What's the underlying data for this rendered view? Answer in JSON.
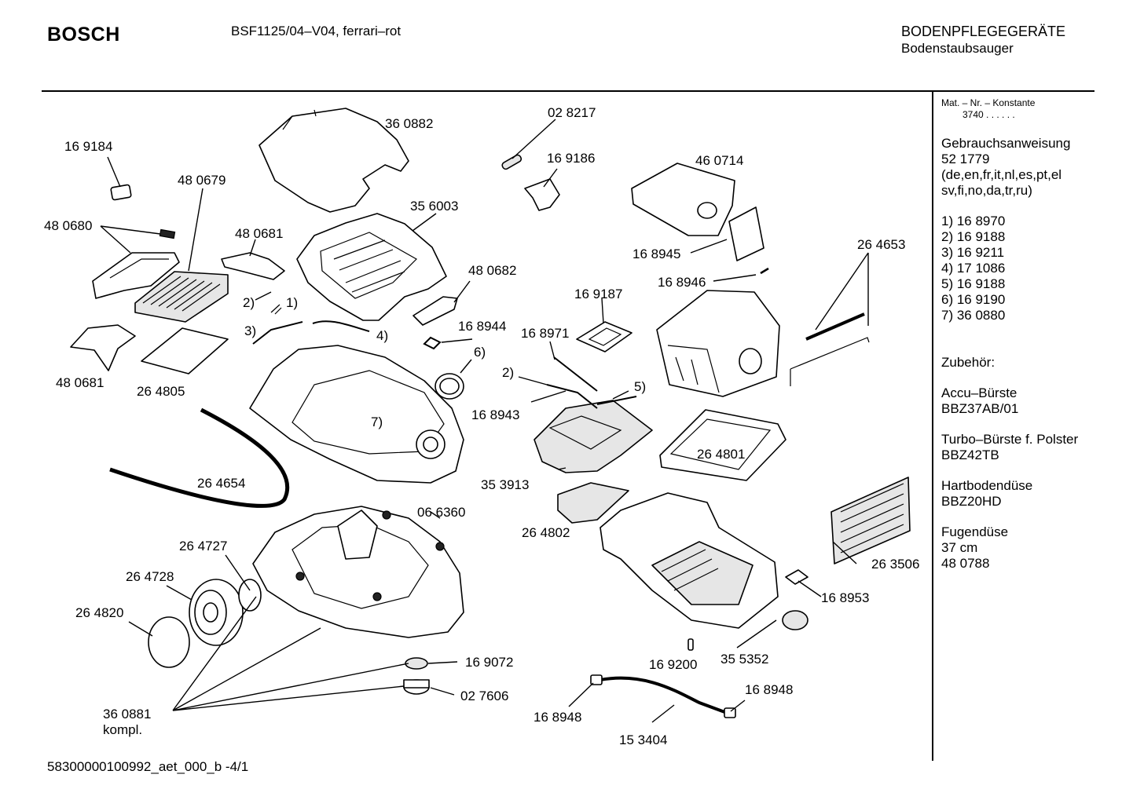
{
  "header": {
    "brand": "BOSCH",
    "model": "BSF1125/04–V04, ferrari–rot",
    "category": "BODENPFLEGEGERÄTE",
    "subcategory": "Bodenstaubsauger"
  },
  "sidebar": {
    "mat_label": "Mat. – Nr. – Konstante",
    "mat_value": "3740  .  .  .  .  .  .",
    "manual_title": "Gebrauchsanweisung",
    "manual_number": "52 1779",
    "manual_langs_1": "(de,en,fr,it,nl,es,pt,el",
    "manual_langs_2": "sv,fi,no,da,tr,ru)",
    "subparts": [
      "1)  16 8970",
      "2)  16 9188",
      "3)  16 9211",
      "4)  17 1086",
      "5)  16 9188",
      "6)  16 9190",
      "7)  36 0880"
    ],
    "accessories_title": "Zubehör:",
    "accessories": [
      {
        "name": "Accu–Bürste",
        "code": "BBZ37AB/01"
      },
      {
        "name": "Turbo–Bürste f. Polster",
        "code": "BBZ42TB"
      },
      {
        "name": "Hartbodendüse",
        "code": "BBZ20HD"
      },
      {
        "name": "Fugendüse",
        "detail": "37 cm",
        "code": "48 0788"
      }
    ]
  },
  "footer": {
    "doc_id": "58300000100992_aet_000_b  -4/1"
  },
  "callouts": {
    "c360882": "36 0882",
    "c028217": "02 8217",
    "c169184": "16 9184",
    "c169186": "16 9186",
    "c460714": "46 0714",
    "c480679": "48 0679",
    "c356003": "35 6003",
    "c480680": "48 0680",
    "c480681a": "48 0681",
    "c168945": "16 8945",
    "c264653": "26 4653",
    "c480682": "48 0682",
    "c168946": "16 8946",
    "s2a": "2)",
    "s1": "1)",
    "c169187": "16 9187",
    "s3": "3)",
    "s4": "4)",
    "c168944": "16 8944",
    "c168971": "16 8971",
    "s6": "6)",
    "c480681b": "48 0681",
    "c264805": "26 4805",
    "s2b": "2)",
    "s5": "5)",
    "c168943": "16 8943",
    "s7": "7)",
    "c264801": "26 4801",
    "c353913": "35 3913",
    "c264654": "26 4654",
    "c066360": "06 6360",
    "c264802": "26 4802",
    "c264727": "26 4727",
    "c263506": "26 3506",
    "c264728": "26 4728",
    "c168953": "16 8953",
    "c264820": "26 4820",
    "c169200": "16 9200",
    "c355352": "35 5352",
    "c169072": "16 9072",
    "c168948a": "16 8948",
    "c027606": "02 7606",
    "c360881": "36 0881",
    "c360881b": "kompl.",
    "c168948b": "16 8948",
    "c153404": "15 3404"
  }
}
